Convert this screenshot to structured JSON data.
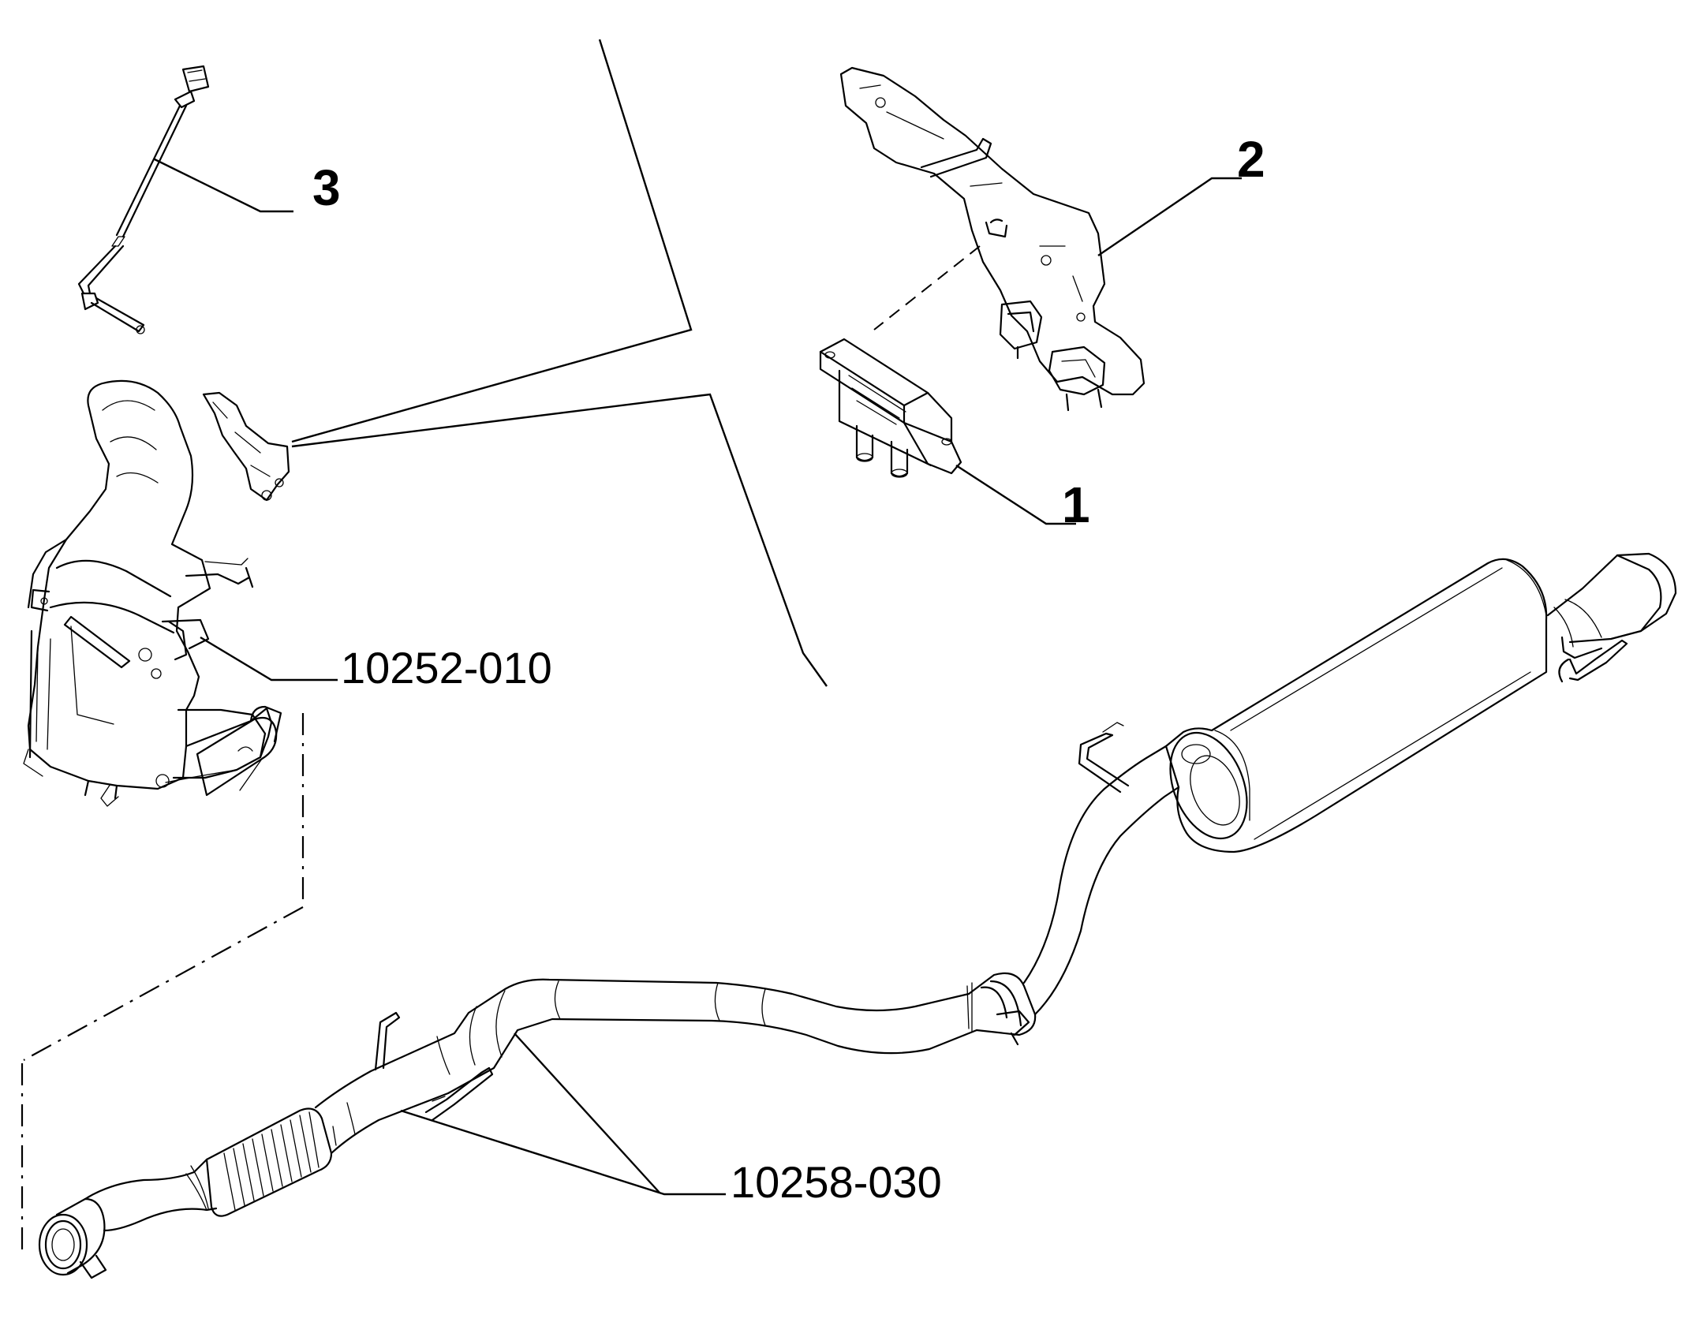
{
  "callouts": {
    "item_1": "1",
    "item_2": "2",
    "item_3": "3",
    "ref_catalyst": "10252-010",
    "ref_pipe": "10258-030"
  },
  "colors": {
    "line": "#000000",
    "background": "#ffffff"
  },
  "icons": [
    "pressure-sensor",
    "mounting-bracket",
    "temperature-sensor",
    "catalytic-converter",
    "exhaust-pipe",
    "rear-muffler"
  ]
}
